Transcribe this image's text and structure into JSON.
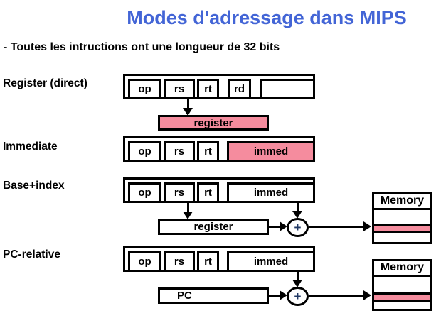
{
  "title": "Modes d'adressage dans MIPS",
  "subtitle": "- Toutes les intructions ont une longueur de 32 bits",
  "modes": {
    "register_direct": "Register (direct)",
    "immediate": "Immediate",
    "base_index": "Base+index",
    "pc_relative": "PC-relative"
  },
  "fields": {
    "op": "op",
    "rs": "rs",
    "rt": "rt",
    "rd": "rd",
    "immed": "immed"
  },
  "boxes": {
    "register": "register",
    "pc": "PC",
    "memory": "Memory"
  },
  "operator": {
    "plus": "+"
  },
  "colors": {
    "accent_blue": "#4365D6",
    "pink": "#F58C9E",
    "plus_navy": "#203864"
  }
}
